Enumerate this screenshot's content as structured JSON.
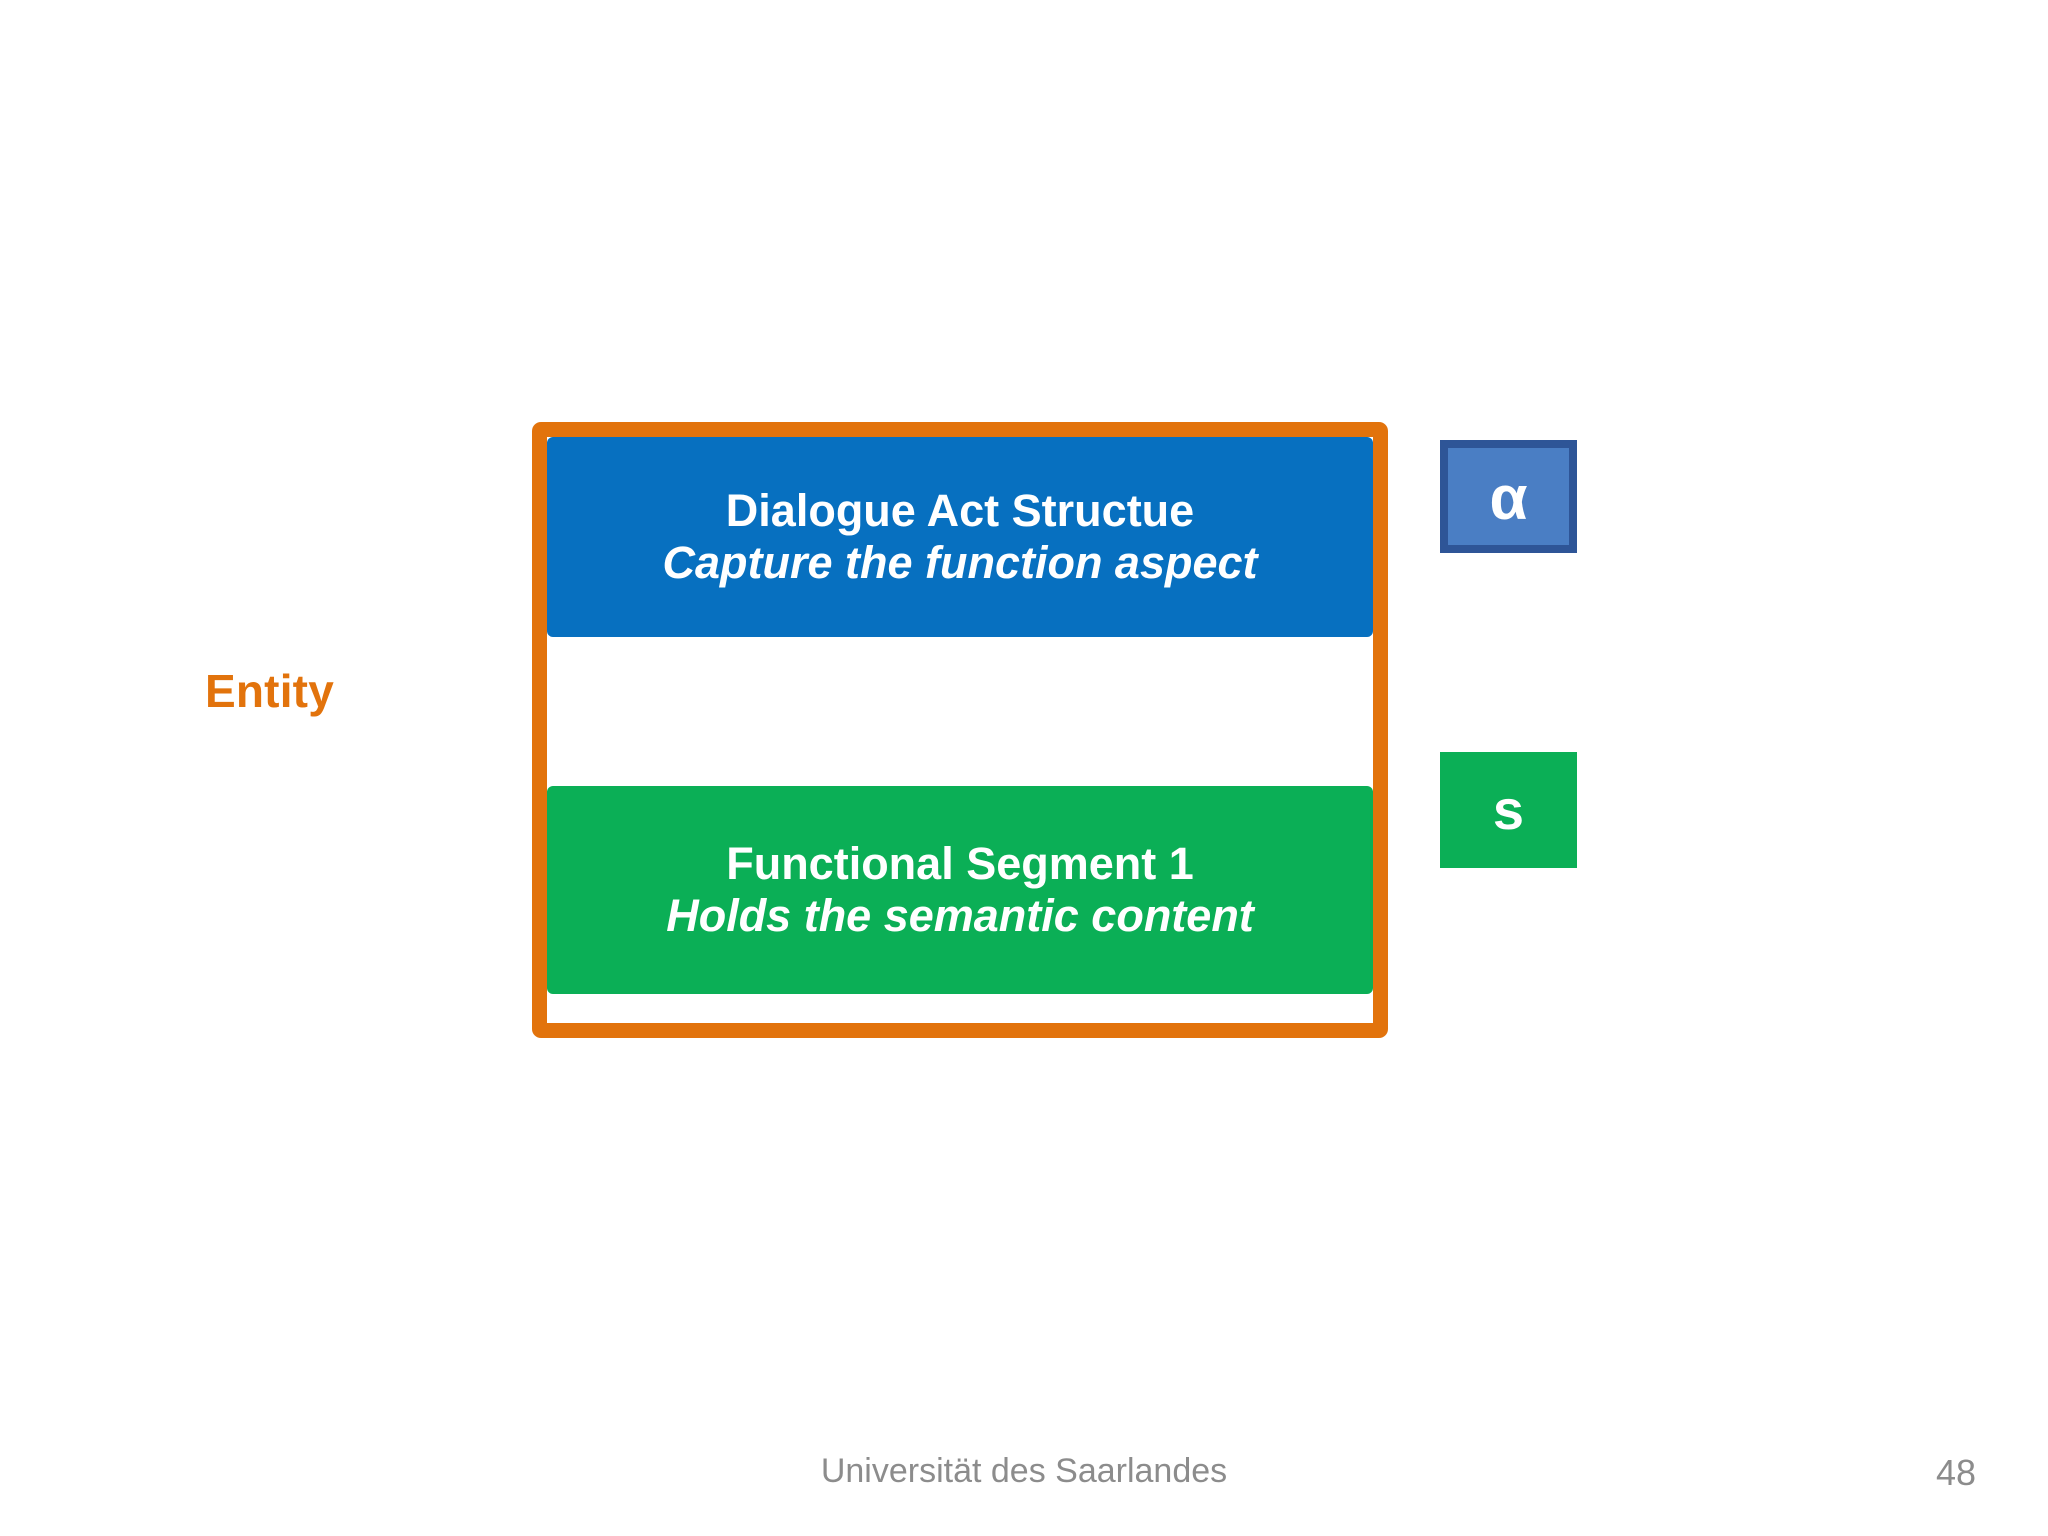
{
  "slide": {
    "entity_label": "Entity",
    "frame": {
      "name": "entity-frame",
      "border_color": "#E2730C"
    },
    "dialogue_act_box": {
      "title": "Dialogue Act Structue",
      "subtitle": "Capture the function aspect",
      "bg_color": "#0770C0",
      "text_color": "#FFFFFF"
    },
    "functional_segment_box": {
      "title": "Functional Segment 1",
      "subtitle": "Holds the semantic content",
      "bg_color": "#0BAF56",
      "text_color": "#FFFFFF"
    },
    "badges": [
      {
        "id": "alpha-badge",
        "glyph": "α",
        "bg_color": "#4A7EC4",
        "border_color": "#2E5597",
        "text_color": "#FFFFFF"
      },
      {
        "id": "s-badge",
        "glyph": "s",
        "bg_color": "#0BAF56",
        "border_color": "#0BAF56",
        "text_color": "#FFFFFF"
      }
    ]
  },
  "footer": {
    "organization": "Universität des Saarlandes",
    "page_number": "48",
    "text_color": "#8C8C8C"
  }
}
